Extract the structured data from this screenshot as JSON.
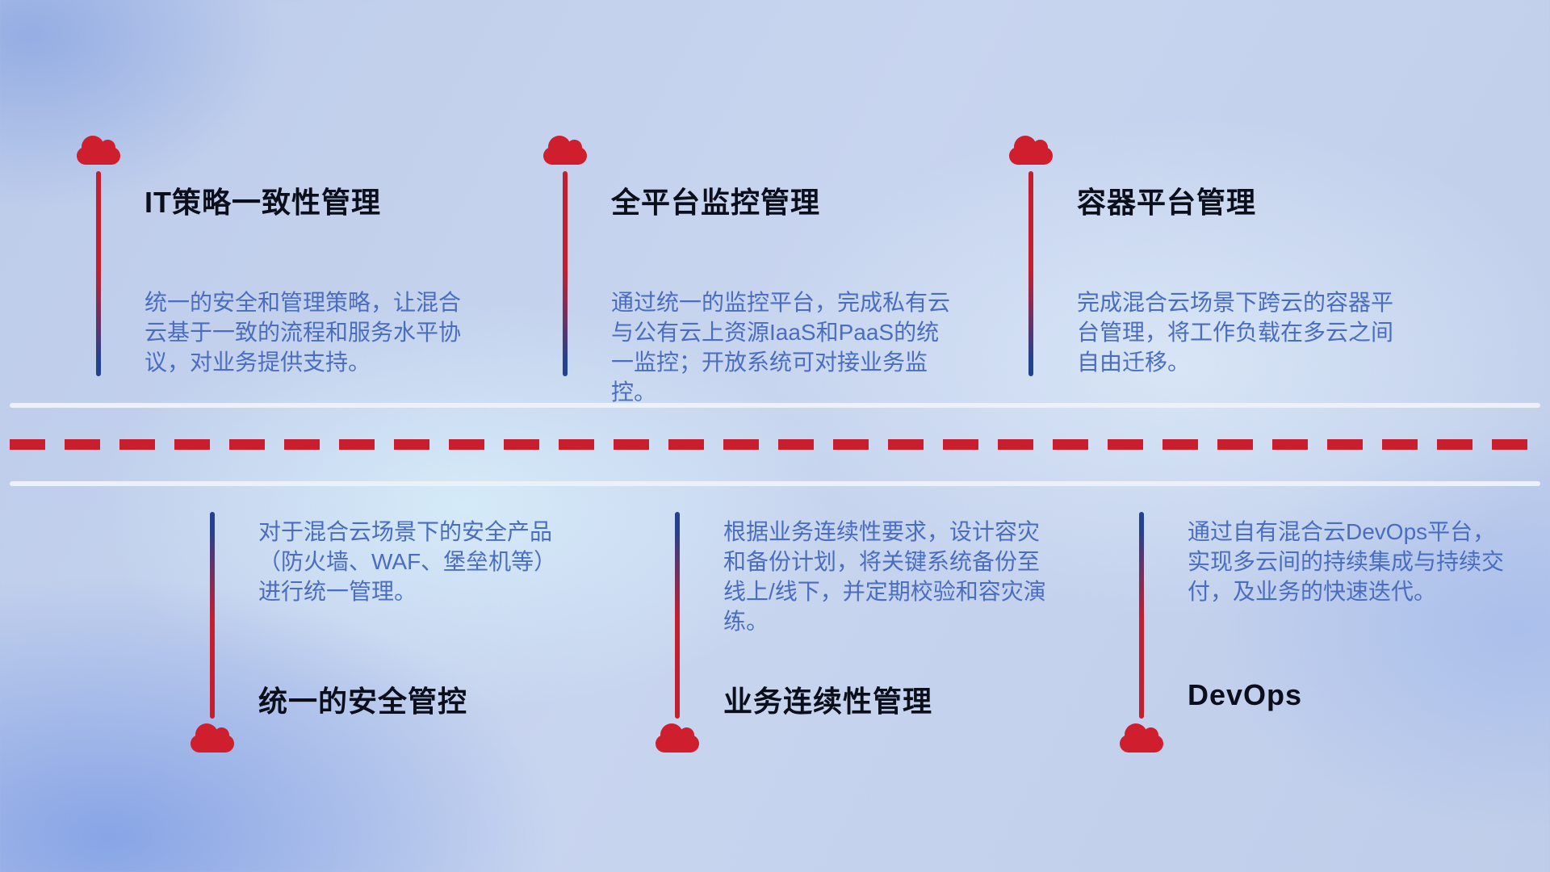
{
  "colors": {
    "cloud_red": "#cf1f2e",
    "line_red": "#c41f2e",
    "line_blue": "#24418f",
    "title_text": "#0b0f1c",
    "description_text": "#4a6dbe",
    "dashed_line_red": "#c81e2d",
    "solid_line": "#ecf1f9"
  },
  "top_row": [
    {
      "title": "IT策略一致性管理",
      "description": "统一的安全和管理策略，让混合云基于一致的流程和服务水平协议，对业务提供支持。"
    },
    {
      "title": "全平台监控管理",
      "description": "通过统一的监控平台，完成私有云与公有云上资源IaaS和PaaS的统一监控；开放系统可对接业务监控。"
    },
    {
      "title": "容器平台管理",
      "description": "完成混合云场景下跨云的容器平台管理，将工作负载在多云之间自由迁移。"
    }
  ],
  "bottom_row": [
    {
      "title": "统一的安全管控",
      "description": "对于混合云场景下的安全产品（防火墙、WAF、堡垒机等）进行统一管理。"
    },
    {
      "title": "业务连续性管理",
      "description": "根据业务连续性要求，设计容灾和备份计划，将关键系统备份至线上/线下，并定期校验和容灾演练。"
    },
    {
      "title": "DevOps",
      "description": "通过自有混合云DevOps平台，实现多云间的持续集成与持续交付，及业务的快速迭代。"
    }
  ]
}
